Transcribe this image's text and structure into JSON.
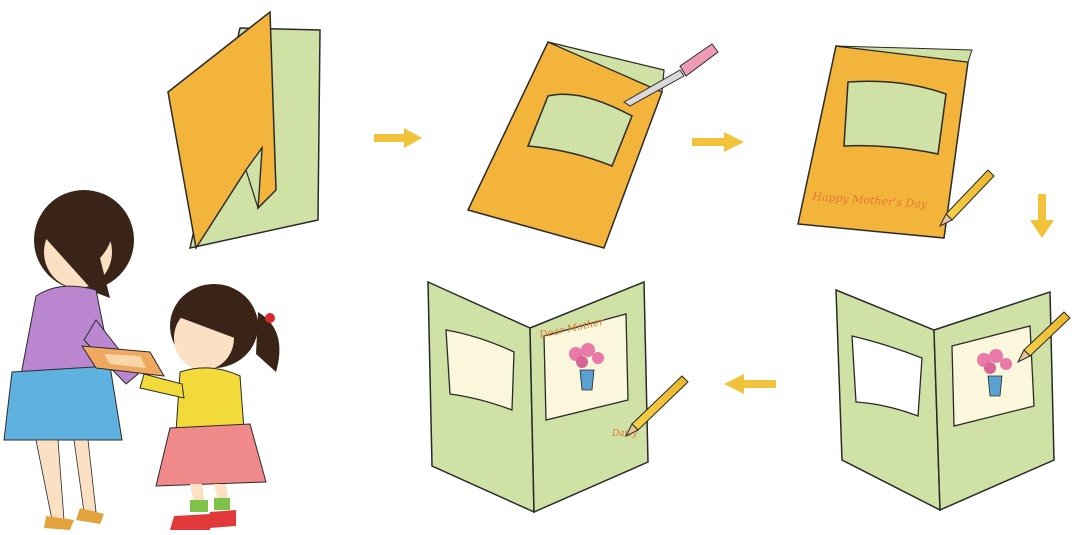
{
  "colors": {
    "orange_paper": "#f3b43c",
    "green_paper": "#cfe1a4",
    "arrow_yellow": "#f2c23a",
    "line_dark": "#2a2a2a",
    "card_writing": "#e27a2e"
  },
  "steps": [
    {
      "label": "fold-paper"
    },
    {
      "label": "cut-window"
    },
    {
      "label": "write-front"
    },
    {
      "label": "draw-inside"
    },
    {
      "label": "finished-card"
    }
  ],
  "card_text": {
    "front_message": "Happy Mother's Day",
    "inside_greeting": "Dear Mother",
    "signature": "Daisy"
  },
  "icons": [
    "arrow-right-icon",
    "arrow-down-icon",
    "arrow-left-icon",
    "knife-icon",
    "pencil-icon",
    "flower-vase-icon"
  ]
}
